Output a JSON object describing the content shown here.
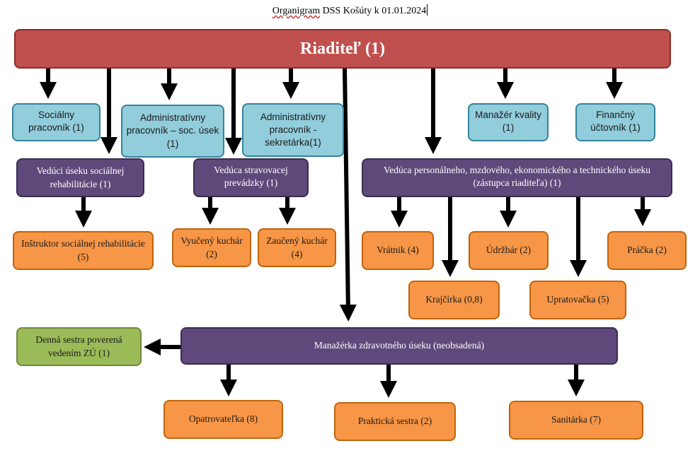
{
  "title": {
    "prefix": "Organigram",
    "rest": "DSS Košúty k 01.01.2024"
  },
  "director": "Riaditeľ (1)",
  "boxes": {
    "socialny": "Sociálny pracovník (1)",
    "admin_soc": "Administratívny pracovník – soc. úsek (1)",
    "admin_sek": "Administratívny pracovník - sekretárka(1)",
    "manazer_kvality": "Manažér kvality (1)",
    "financny": "Finančný účtovník (1)",
    "veduci_soc": "Vedúci úseku sociálnej rehabilitácie (1)",
    "veduca_strav": "Vedúca stravovacej prevádzky (1)",
    "veduca_pers": "Vedúca personálneho, mzdového, ekonomického a technického úseku (zástupca riaditeľa) (1)",
    "instruktor": "Inštruktor sociálnej rehabilitácie (5)",
    "vyuceny": "Vyučený kuchár (2)",
    "zauceny": "Zaučený kuchár (4)",
    "vratnik": "Vrátnik (4)",
    "udrzbar": "Údržbár (2)",
    "pracka": "Práčka (2)",
    "krajcirka": "Krajčírka (0,8)",
    "upratovacka": "Upratovačka (5)",
    "manazerka_zdrav": "Manažérka zdravotného úseku (neobsadená)",
    "denna_sestra": "Denná sestra poverená vedením ZÚ (1)",
    "opatrovatelka": "Opatrovateľka (8)",
    "prakticka": "Praktická sestra (2)",
    "sanitarka": "Sanitárka (7)"
  },
  "colors": {
    "director": "#c0504d",
    "staff_blue": "#92cddc",
    "head_purple": "#5f497a",
    "worker_orange": "#f79646",
    "nurse_green": "#9bbb59",
    "arrow": "#000000"
  }
}
